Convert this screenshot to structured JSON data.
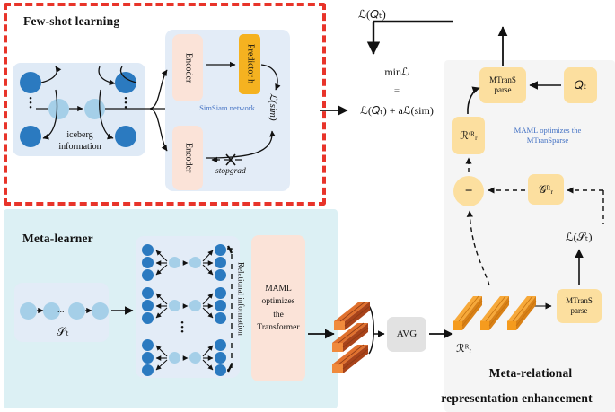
{
  "figure": {
    "regions": {
      "fewshot_title": "Few-shot learning",
      "meta_learner_title": "Meta-learner",
      "meta_relational_title_line1": "Meta-relational",
      "meta_relational_title_line2": "representation enhancement"
    },
    "fewshot": {
      "graph_caption_line1": "iceberg",
      "graph_caption_line2": "information",
      "simsiam_label": "SimSiam network",
      "encoder_top": "Encoder",
      "encoder_bottom": "Encoder",
      "predictor": "Predictor h",
      "loss_sim": "ℒ(sim)",
      "stopgrad": "stopgrad"
    },
    "objective": {
      "min_loss": "minℒ",
      "equals": "=",
      "expression": "ℒ(𝑄ₜ) + aℒ(sim)",
      "top_loss": "ℒ(𝑄ₜ)"
    },
    "meta_learner": {
      "support_set": "𝒮ₜ",
      "ellipsis": "...",
      "relational_info_line1": "Relational",
      "relational_info_line2": "information",
      "maml_box_lines": [
        "MAML",
        "optimizes",
        "the",
        "Transformer"
      ]
    },
    "aggregation": {
      "avg": "AVG"
    },
    "meta_relational": {
      "relation_repr": "ℛᴿᵣ",
      "mtransparse_label_line1": "MTranS",
      "mtransparse_label_line2": "parse",
      "loss_support": "ℒ(𝒮ₜ)"
    },
    "maml_panel": {
      "mtransparse_line1": "MTranS",
      "mtransparse_line2": "parse",
      "query_set": "𝑄ₜ",
      "relation_prime": "ℛ'ᴿᵣ",
      "gradient": "𝒢ᴿᵣ",
      "minus_sign": "−",
      "caption_line1": "MAML optimizes the",
      "caption_line2": "MTranSparse"
    },
    "colors": {
      "red_border": "#e8342a",
      "node_dark": "#2b7ac0",
      "node_light": "#a5cfe8",
      "panel_cyan": "#dcf0f4",
      "panel_blue": "#dfeaf6",
      "panel_peach": "#fbe3d8",
      "panel_gray": "#f5f5f5",
      "yellow_box": "#fcdf9f",
      "yellow_strong": "#f5b220",
      "blue_text": "#4472c4",
      "bar_dark_orange": "#c4581f",
      "bar_light_orange": "#f5a623"
    }
  }
}
